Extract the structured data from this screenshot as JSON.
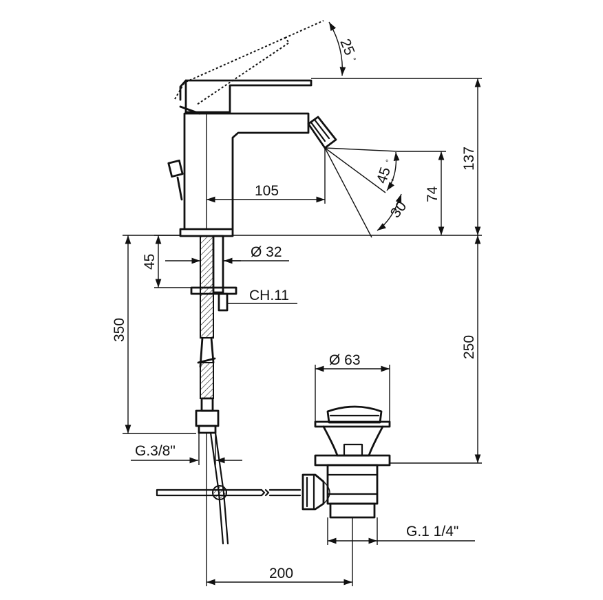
{
  "dimensions": {
    "angle_lever": "25",
    "height_total": "137",
    "spout_reach": "105",
    "spray_angle_upper": "45",
    "spray_angle_lower": "30",
    "spout_height": "74",
    "shank_length": "45",
    "shank_diameter": "Ø 32",
    "nut_size": "CH.11",
    "hose_length": "350",
    "deck_to_waste": "250",
    "waste_diameter": "Ø 63",
    "hose_thread": "G.3/8\"",
    "waste_thread": "G.1 1/4\"",
    "rod_length": "200"
  },
  "degree_symbol": "°"
}
